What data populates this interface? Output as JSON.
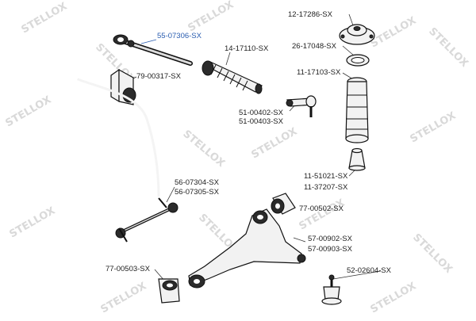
{
  "watermark": {
    "text": "STELLOX"
  },
  "parts": [
    {
      "id": "55-07306-SX",
      "label": "55-07306-SX",
      "highlight": true
    },
    {
      "id": "79-00317-SX",
      "label": "79-00317-SX"
    },
    {
      "id": "14-17110-SX",
      "label": "14-17110-SX"
    },
    {
      "id": "12-17286-SX",
      "label": "12-17286-SX"
    },
    {
      "id": "26-17048-SX",
      "label": "26-17048-SX"
    },
    {
      "id": "11-17103-SX",
      "label": "11-17103-SX"
    },
    {
      "id": "51-00402-SX",
      "label": "51-00402-SX"
    },
    {
      "id": "51-00403-SX",
      "label": "51-00403-SX"
    },
    {
      "id": "56-07304-SX",
      "label": "56-07304-SX"
    },
    {
      "id": "56-07305-SX",
      "label": "56-07305-SX"
    },
    {
      "id": "11-51021-SX",
      "label": "11-51021-SX"
    },
    {
      "id": "11-37207-SX",
      "label": "11-37207-SX"
    },
    {
      "id": "77-00502-SX",
      "label": "77-00502-SX"
    },
    {
      "id": "57-00902-SX",
      "label": "57-00902-SX"
    },
    {
      "id": "57-00903-SX",
      "label": "57-00903-SX"
    },
    {
      "id": "77-00503-SX",
      "label": "77-00503-SX"
    },
    {
      "id": "52-02604-SX",
      "label": "52-02604-SX"
    }
  ]
}
